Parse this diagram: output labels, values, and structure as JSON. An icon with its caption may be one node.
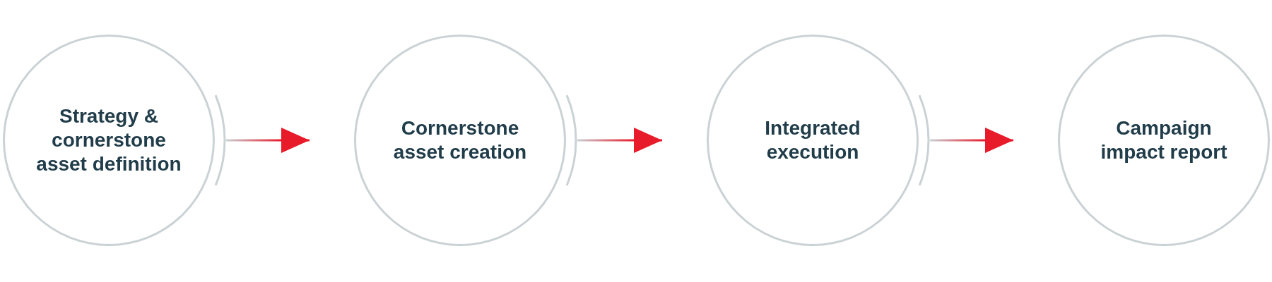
{
  "diagram": {
    "nodes": [
      {
        "text": [
          "Strategy & cornerstone asset definition"
        ]
      },
      {
        "text": [
          "Cornerstone asset creation"
        ]
      },
      {
        "text": [
          "Integrated execution"
        ]
      },
      {
        "text": [
          "Campaign impact report"
        ]
      }
    ],
    "edges": [
      {
        "from": 0,
        "to": 1,
        "arrow": "to"
      },
      {
        "from": 1,
        "to": 2,
        "arrow": "to"
      },
      {
        "from": 2,
        "to": 3,
        "arrow": "to"
      }
    ]
  }
}
